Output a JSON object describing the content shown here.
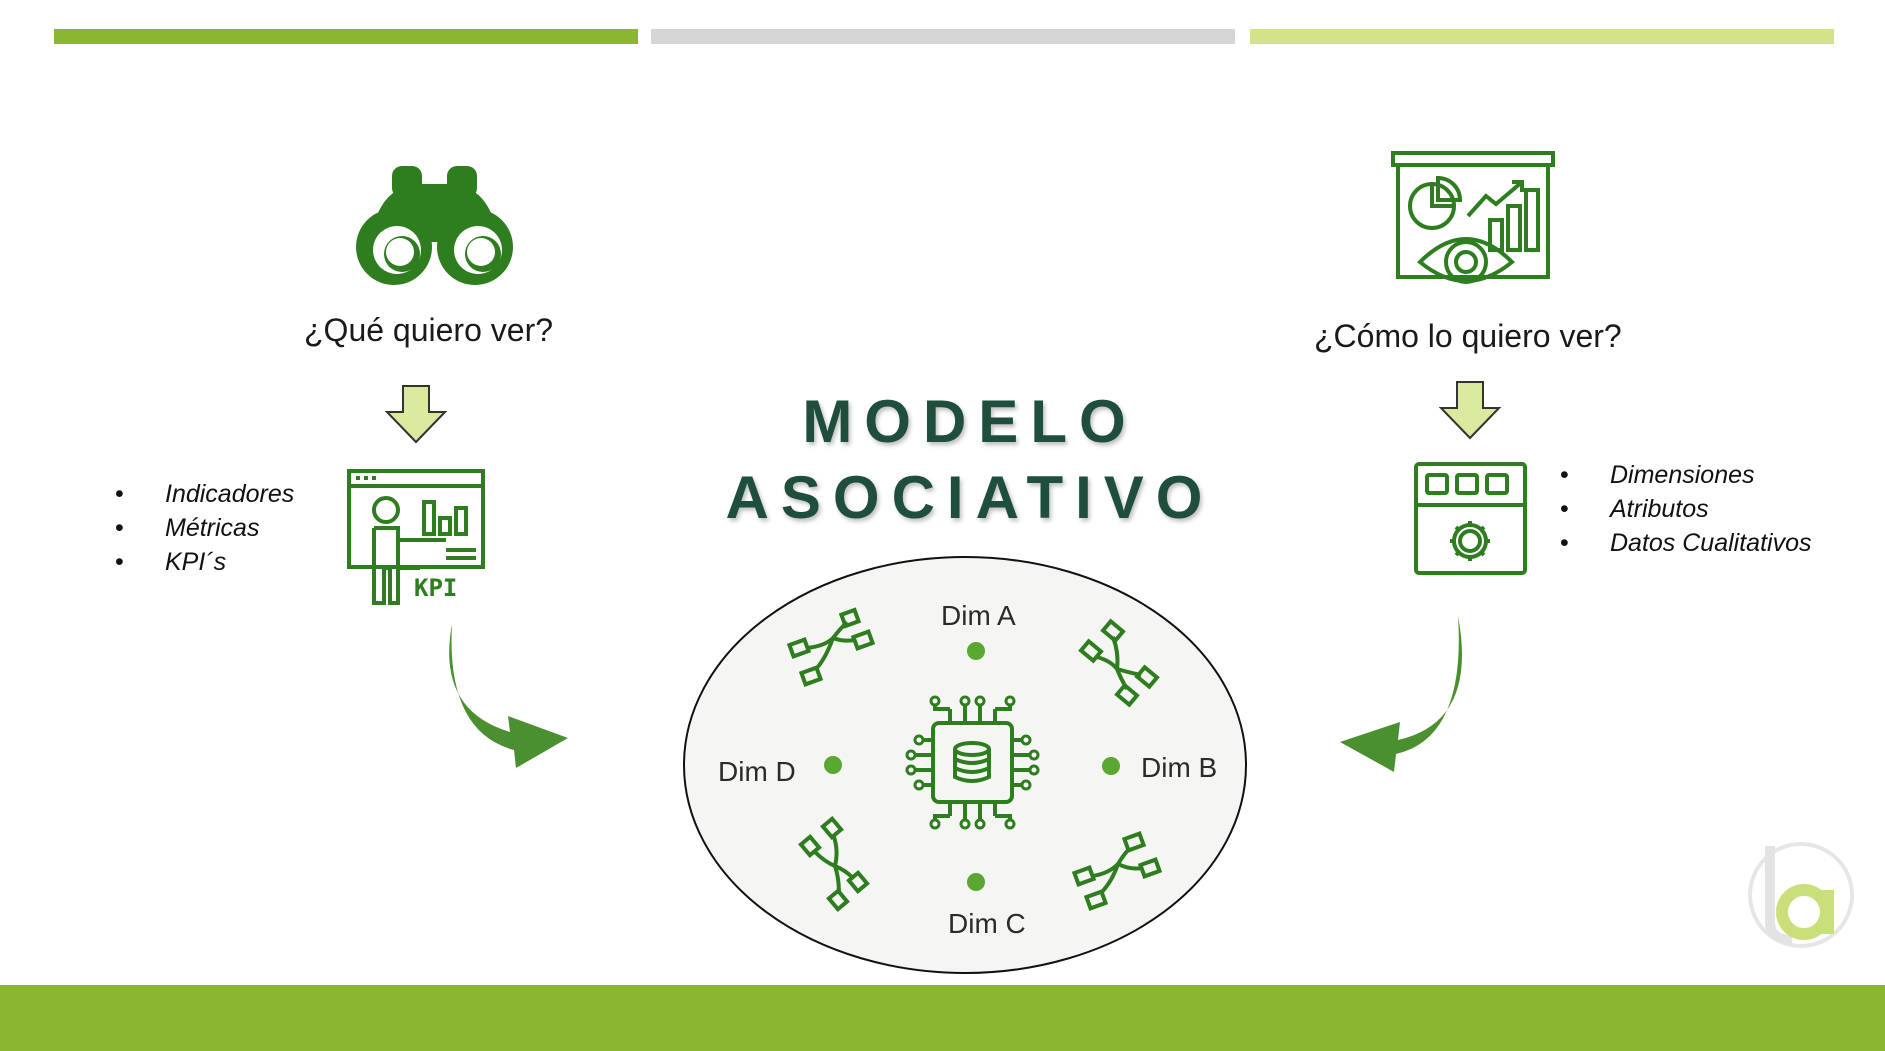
{
  "header": {
    "bars": [
      {
        "color": "#8ab632"
      },
      {
        "color": "#d6d6d6"
      },
      {
        "color": "#d4e38a"
      }
    ]
  },
  "left": {
    "question": "¿Qué quiero ver?",
    "items": [
      "Indicadores",
      "Métricas",
      "KPI´s"
    ],
    "kpi_icon_label": "KPI",
    "icons": [
      "binoculars-icon",
      "kpi-presentation-icon"
    ]
  },
  "right": {
    "question": "¿Cómo lo quiero ver?",
    "items": [
      "Dimensiones",
      "Atributos",
      "Datos Cualitativos"
    ],
    "icons": [
      "analytics-eye-board-icon",
      "settings-window-icon"
    ]
  },
  "center": {
    "title_line1": "MODELO",
    "title_line2": "ASOCIATIVO",
    "dims": {
      "a": "Dim A",
      "b": "Dim B",
      "c": "Dim C",
      "d": "Dim D"
    },
    "icons": [
      "database-circuit-icon",
      "node-connector-icon"
    ]
  },
  "colors": {
    "primary_green": "#2e7d1f",
    "light_green": "#d9ea9f",
    "title_green": "#1f4e3d",
    "bar_green": "#8ab632"
  }
}
